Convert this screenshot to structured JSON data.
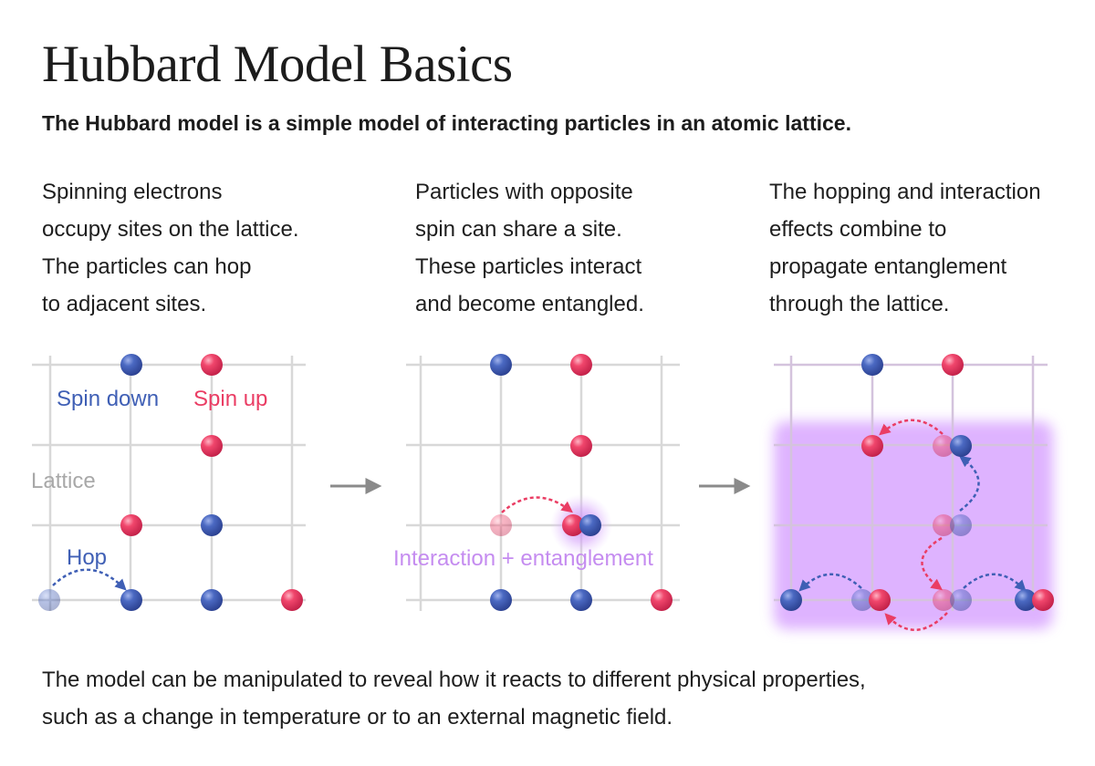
{
  "title": "Hubbard Model Basics",
  "subtitle": "The Hubbard model is a simple model of interacting particles in an atomic lattice.",
  "panels": [
    {
      "description": [
        "Spinning electrons",
        "occupy sites on the lattice.",
        "The particles can hop",
        "to adjacent sites."
      ]
    },
    {
      "description": [
        "Particles with opposite",
        "spin can share a site.",
        "These particles interact",
        "and become entangled."
      ]
    },
    {
      "description": [
        "The hopping and interaction",
        "effects combine to",
        "propagate entanglement",
        "through the lattice."
      ]
    }
  ],
  "labels": {
    "spin_down": "Spin down",
    "spin_up": "Spin up",
    "lattice": "Lattice",
    "hop": "Hop",
    "interaction": "Interaction + entanglement"
  },
  "footer": [
    "The model can be manipulated to reveal how it reacts to different physical properties,",
    "such as a change in temperature or to an external magnetic field."
  ],
  "colors": {
    "spin_down": "#3f5fb5",
    "spin_up": "#ea3d64",
    "lattice_label": "#a8a8a8",
    "interaction_label": "#c58cf0",
    "entanglement_glow": "#d9a6ff",
    "grid": "#d8d8d8",
    "arrow": "#8a8a8a"
  }
}
